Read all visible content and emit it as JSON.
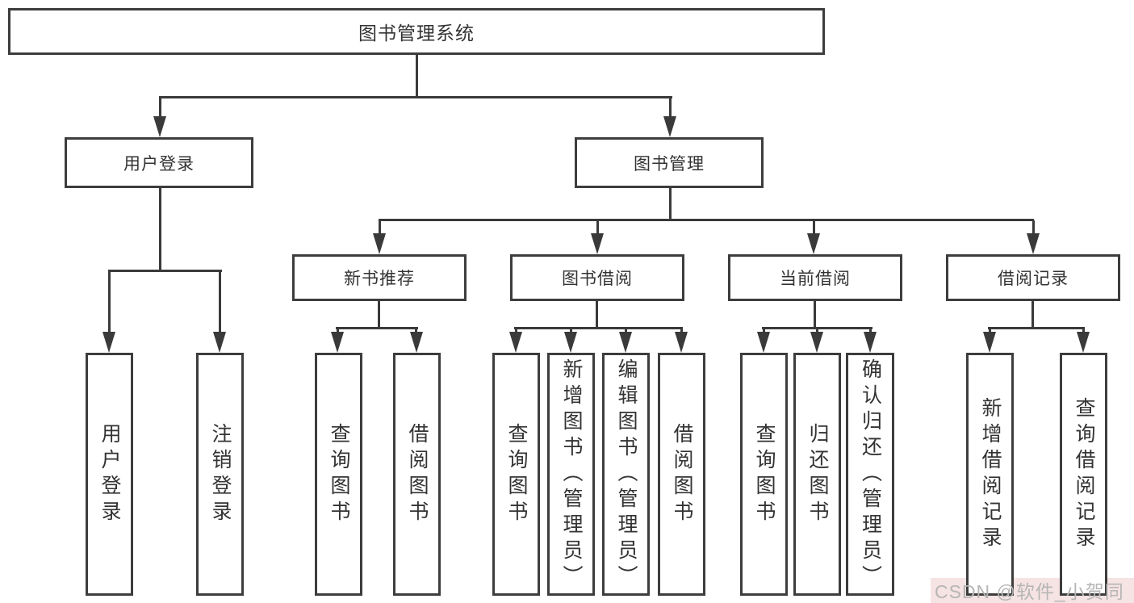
{
  "diagram": {
    "root": "图书管理系统",
    "login": {
      "label": "用户登录",
      "children": [
        "用户登录",
        "注销登录"
      ]
    },
    "mgmt": {
      "label": "图书管理",
      "groups": [
        {
          "label": "新书推荐",
          "children": [
            "查询图书",
            "借阅图书"
          ]
        },
        {
          "label": "图书借阅",
          "children": [
            "查询图书",
            "新增图书（管理员）",
            "编辑图书（管理员）",
            "借阅图书"
          ]
        },
        {
          "label": "当前借阅",
          "children": [
            "查询图书",
            "归还图书",
            "确认归还（管理员）"
          ]
        },
        {
          "label": "借阅记录",
          "children": [
            "新增借阅记录",
            "查询借阅记录"
          ]
        }
      ]
    }
  },
  "watermark": {
    "text": "CSDN @软件_小贺同学"
  },
  "colors": {
    "line": "#3a3a3a",
    "box_border": "#3d3d3d",
    "watermark_bg": "#f6e3e3",
    "watermark_text": "#b6b6b6"
  }
}
